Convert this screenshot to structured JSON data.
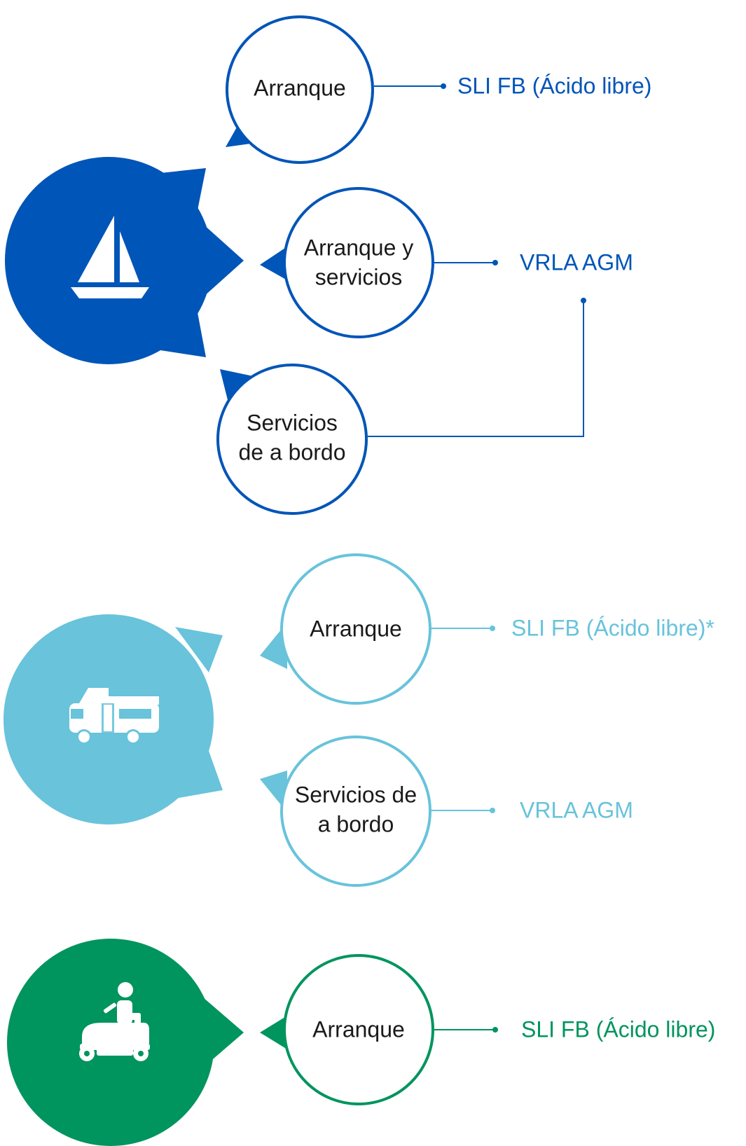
{
  "colors": {
    "boat": "#0055b8",
    "camper": "#68c3db",
    "mower": "#00945e",
    "text_dark": "#1a1a1a",
    "icon": "#ffffff"
  },
  "groups": [
    {
      "icon": "sailboat-icon",
      "color": "#0055b8",
      "uses": [
        {
          "line1": "Arranque",
          "line2": "",
          "product": "SLI FB (Ácido libre)"
        },
        {
          "line1": "Arranque y",
          "line2": "servicios",
          "product": "VRLA AGM"
        },
        {
          "line1": "Servicios",
          "line2": "de a bordo",
          "product": ""
        }
      ]
    },
    {
      "icon": "camper-van-icon",
      "color": "#68c3db",
      "uses": [
        {
          "line1": "Arranque",
          "line2": "",
          "product": "SLI FB (Ácido libre)*"
        },
        {
          "line1": "Servicios de",
          "line2": "a bordo",
          "product": "VRLA AGM"
        }
      ]
    },
    {
      "icon": "riding-mower-icon",
      "color": "#00945e",
      "uses": [
        {
          "line1": "Arranque",
          "line2": "",
          "product": "SLI FB (Ácido libre)"
        }
      ]
    }
  ]
}
